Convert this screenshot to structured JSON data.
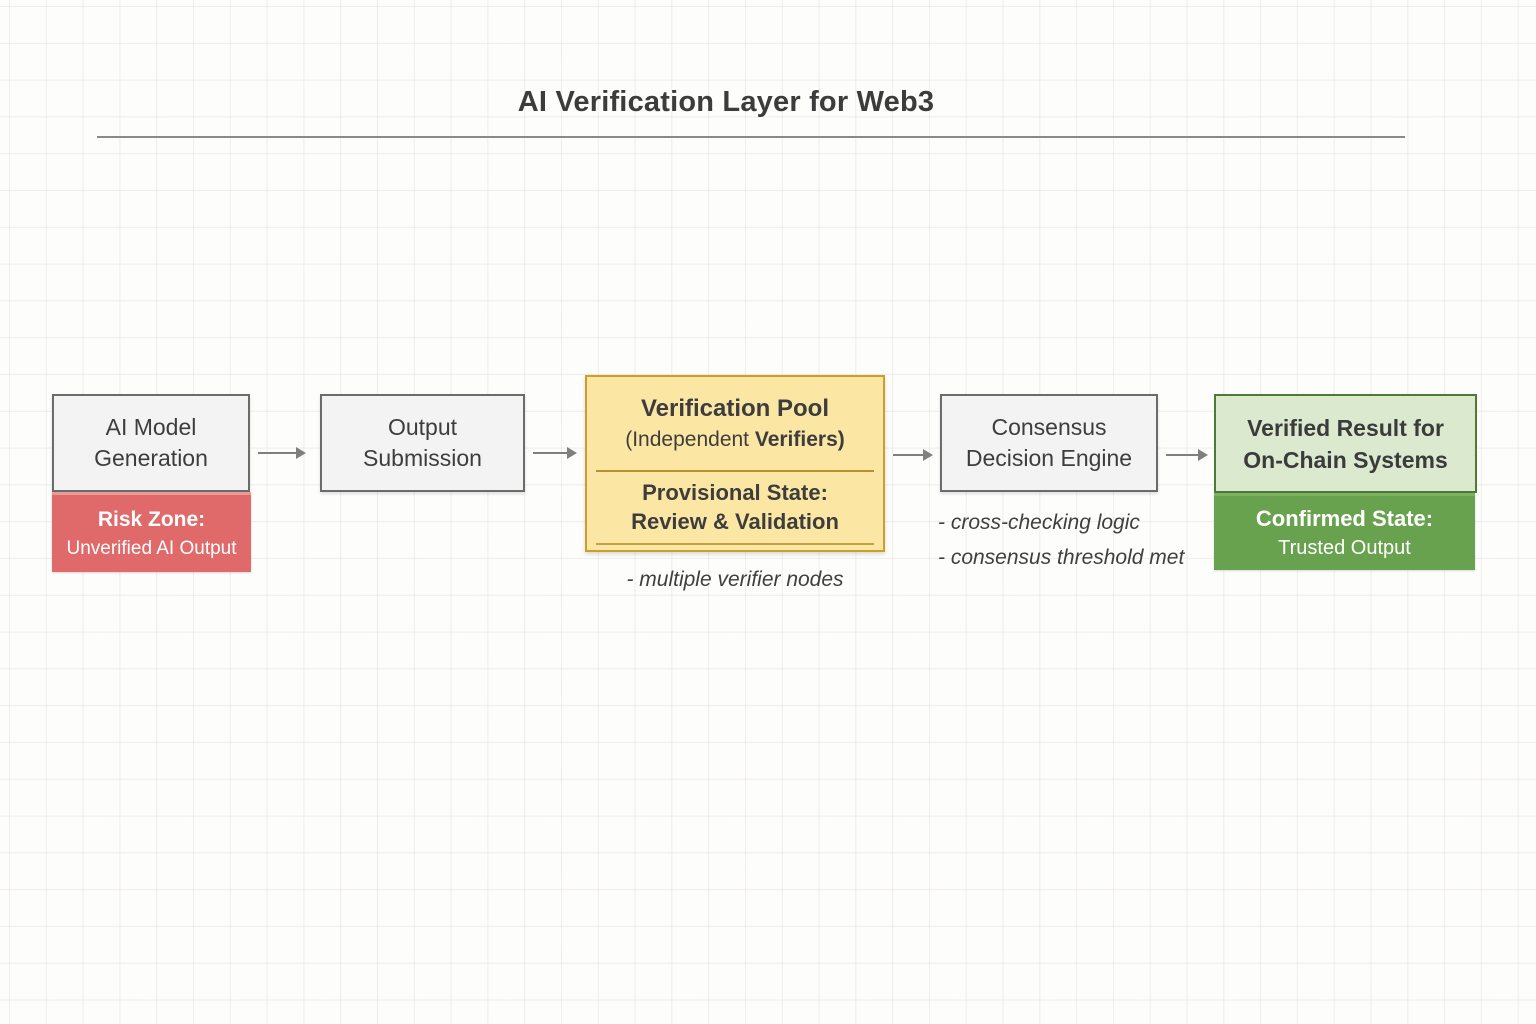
{
  "title": "AI Verification Layer for Web3",
  "nodes": {
    "ai_model": {
      "line1": "AI Model",
      "line2": "Generation"
    },
    "output_submission": {
      "line1": "Output",
      "line2": "Submission"
    },
    "verification_pool": {
      "title": "Verification Pool",
      "subtitle_regular": "(Independent",
      "subtitle_bold": "Verifiers)",
      "state_title": "Provisional State:",
      "state_subtitle": "Review & Validation",
      "note": "- multiple verifier nodes"
    },
    "consensus": {
      "line1": "Consensus",
      "line2": "Decision Engine",
      "notes": [
        "- cross-checking logic",
        "- consensus threshold met"
      ]
    },
    "verified_result": {
      "line1": "Verified Result for",
      "line2": "On-Chain Systems"
    }
  },
  "badges": {
    "risk": {
      "title": "Risk Zone:",
      "subtitle": "Unverified AI Output"
    },
    "confirmed": {
      "title": "Confirmed State:",
      "subtitle": "Trusted Output"
    }
  },
  "colors": {
    "node_fill": "#f3f3f3",
    "node_border": "#6b6b6b",
    "pool_fill": "#fbe7a3",
    "pool_border": "#c9a02c",
    "risk_fill": "#e06a6a",
    "verified_fill": "#dbeacf",
    "verified_border": "#4f7a36",
    "confirmed_fill": "#69a24e",
    "arrow": "#7f7f7f",
    "text": "#3d3d3d"
  }
}
